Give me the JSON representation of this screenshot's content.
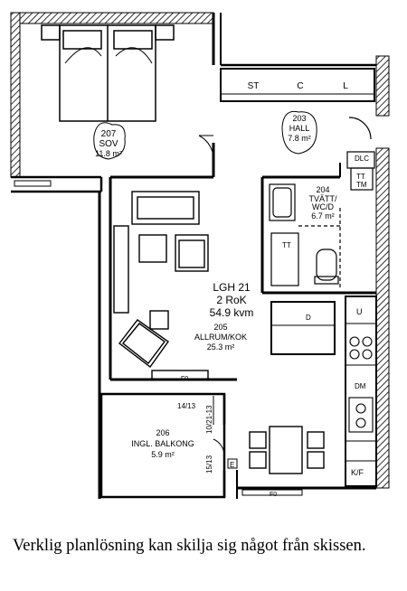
{
  "unit": {
    "apartment_id": "LGH 21",
    "rooms": "2 RoK",
    "area": "54.9 kvm"
  },
  "rooms": [
    {
      "number": "207",
      "name": "SOV",
      "area": "11.8 m²"
    },
    {
      "number": "203",
      "name": "HALL",
      "area": "7.8 m²"
    },
    {
      "number": "204",
      "name": "TVÄTT/",
      "name2": "WC/D",
      "area": "6.7 m²"
    },
    {
      "number": "205",
      "name": "ALLRUM/KOK",
      "area": "25.3 m²"
    },
    {
      "number": "206",
      "name": "INGL. BALKONG",
      "area": "5.9 m²"
    }
  ],
  "fixture_labels": {
    "wardrobe_st": "ST",
    "wardrobe_c": "C",
    "wardrobe_l": "L",
    "fridge_freezer": "K/F",
    "dishwasher": "DM",
    "oven": "U",
    "sink_d": "D",
    "wall_clc": "DLC",
    "tt": "TT",
    "tm": "TM",
    "tt_bath": "TT",
    "radiator_dim_1": "F0",
    "radiator_dim_2": "F0",
    "door_dim_a": "14/13",
    "door_dim_b": "10/21-13",
    "door_dim_c": "15/13",
    "e_mark": "E"
  },
  "caption": "Verklig planlösning kan skilja sig något från skissen."
}
